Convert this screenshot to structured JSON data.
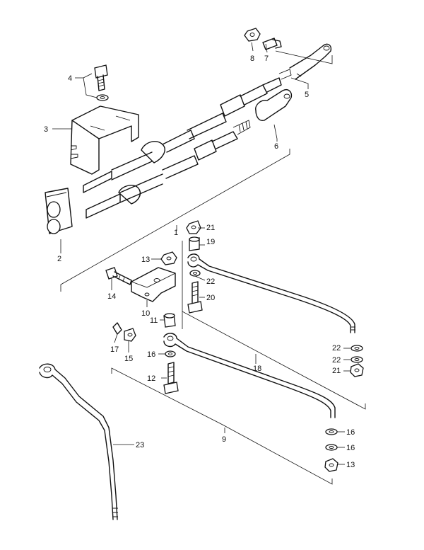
{
  "callouts": {
    "c1": "1",
    "c2": "2",
    "c3": "3",
    "c4": "4",
    "c5": "5",
    "c6": "6",
    "c7": "7",
    "c8": "8",
    "c9": "9",
    "c10": "10",
    "c11": "11",
    "c12": "12",
    "c13a": "13",
    "c13b": "13",
    "c14": "14",
    "c15": "15",
    "c16a": "16",
    "c16b": "16",
    "c16c": "16",
    "c17": "17",
    "c18": "18",
    "c19": "19",
    "c20": "20",
    "c21a": "21",
    "c21b": "21",
    "c22a": "22",
    "c22b": "22",
    "c22c": "22",
    "c23": "23"
  }
}
